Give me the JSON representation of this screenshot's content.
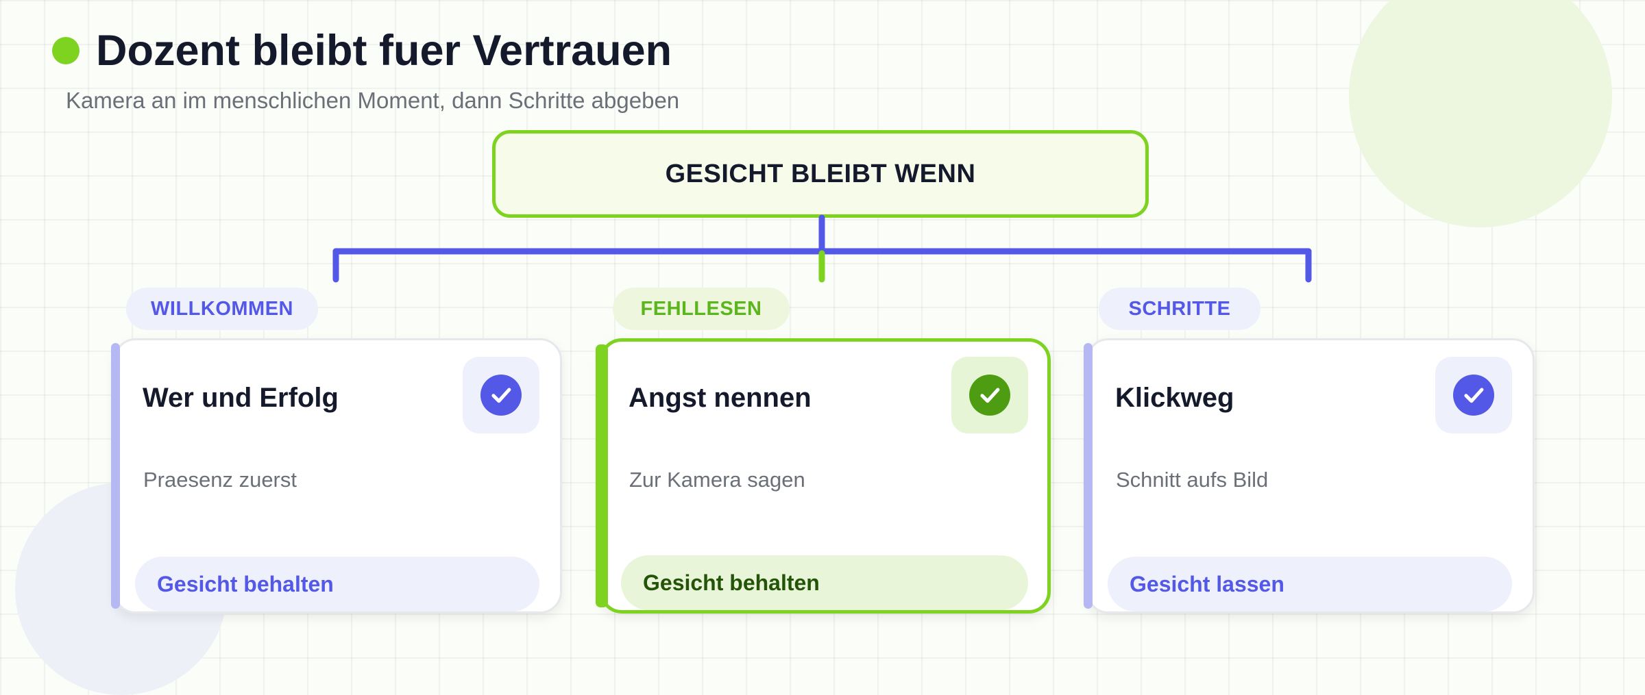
{
  "header": {
    "title": "Dozent bleibt fuer Vertrauen",
    "subtitle": "Kamera an im menschlichen Moment, dann Schritte abgeben"
  },
  "root": {
    "label": "GESICHT BLEIBT WENN"
  },
  "branches": [
    {
      "tag": "WILLKOMMEN",
      "title": "Wer und Erfolg",
      "description": "Praesenz zuerst",
      "footer": "Gesicht behalten",
      "state": "default",
      "icon": "check-circle-icon"
    },
    {
      "tag": "FEHLLESEN",
      "title": "Angst nennen",
      "description": "Zur Kamera sagen",
      "footer": "Gesicht behalten",
      "state": "highlighted",
      "icon": "check-circle-icon"
    },
    {
      "tag": "SCHRITTE",
      "title": "Klickweg",
      "description": "Schnitt aufs Bild",
      "footer": "Gesicht lassen",
      "state": "default",
      "icon": "check-circle-icon"
    }
  ],
  "colors": {
    "accent_green": "#7ed321",
    "accent_blue": "#5458e6",
    "dark_green": "#4e9c12",
    "title_text": "#141a2b",
    "muted_text": "#6a6f78"
  }
}
